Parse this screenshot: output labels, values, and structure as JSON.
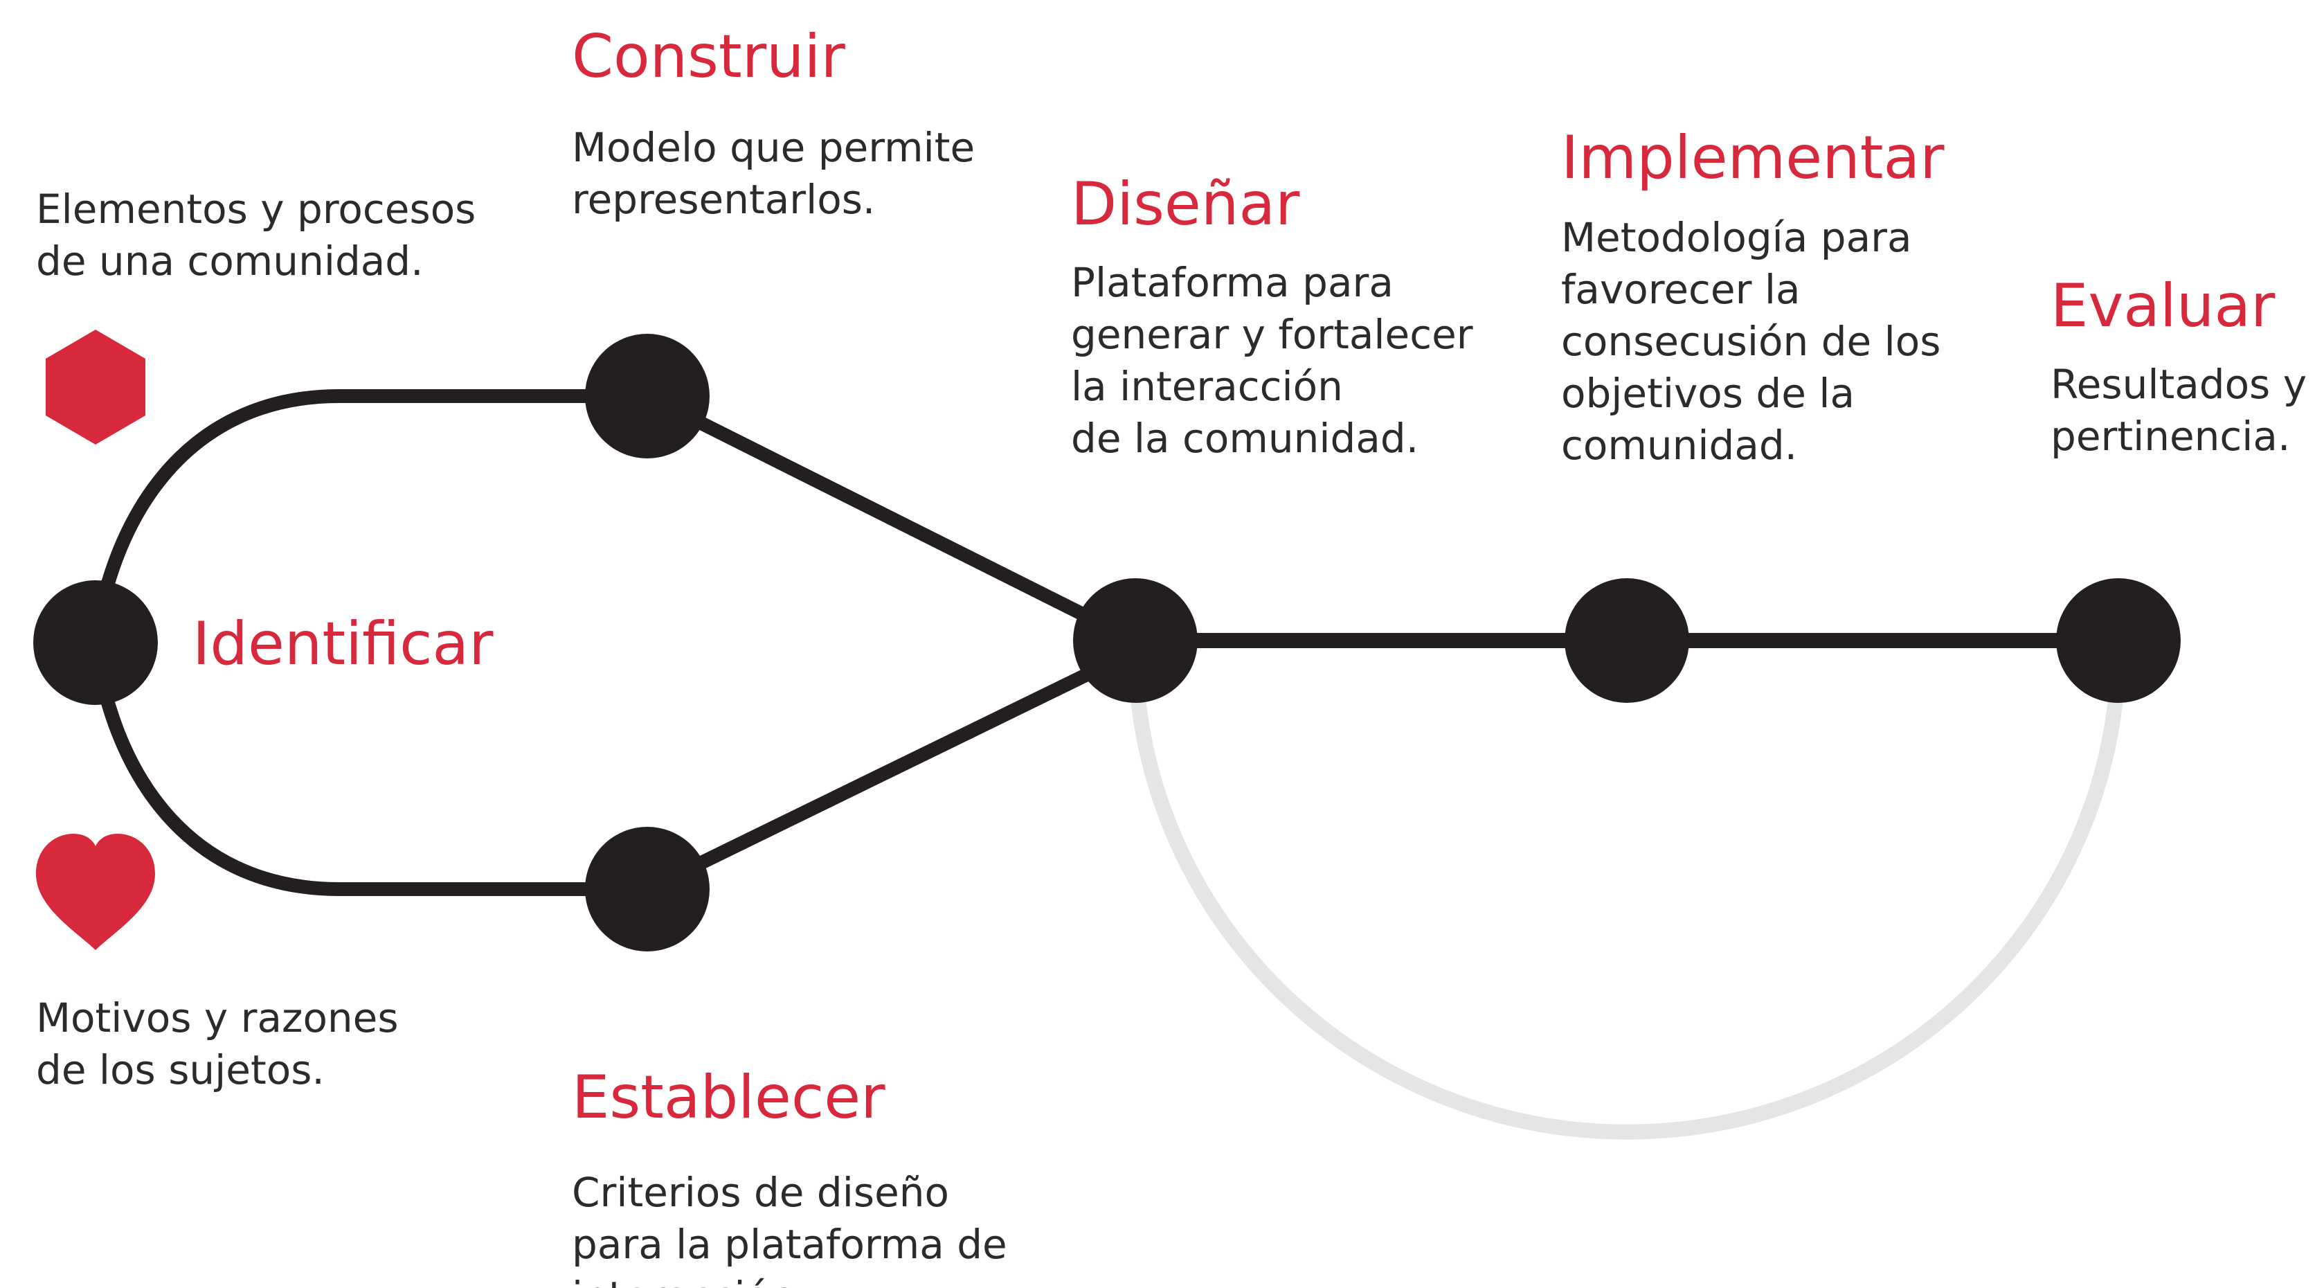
{
  "colors": {
    "accent": "#d8283c",
    "line": "#231f20",
    "node": "#231f20",
    "return_arc": "#e4e5e7",
    "text": "#2b2b2b"
  },
  "icons": {
    "elements": "hexagon-icon",
    "motives": "heart-icon"
  },
  "identificar": {
    "title": "Identificar",
    "elements_desc": "Elementos y procesos\nde una comunidad.",
    "motives_desc": "Motivos y razones\nde los sujetos."
  },
  "construir": {
    "title": "Construir",
    "desc": "Modelo que permite\nrepresentarlos."
  },
  "establecer": {
    "title": "Establecer",
    "desc": "Criterios de diseño\npara la plataforma de\ninteracción."
  },
  "disenar": {
    "title": "Diseñar",
    "desc": "Plataforma para\ngenerar y fortalecer\nla interacción\nde la comunidad."
  },
  "implementar": {
    "title": "Implementar",
    "desc": "Metodología para\nfavorecer la\nconsecusión de los\nobjetivos de la\ncomunidad."
  },
  "evaluar": {
    "title": "Evaluar",
    "desc": "Resultados y\npertinencia."
  }
}
